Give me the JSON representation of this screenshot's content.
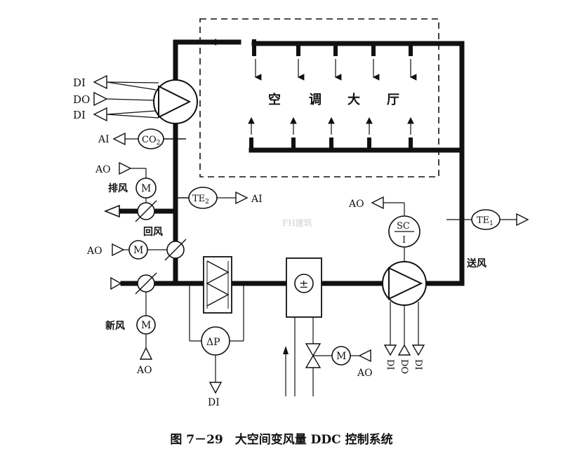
{
  "hall_title_chars": [
    "空",
    "调",
    "大",
    "厅"
  ],
  "exhaust_fan_signals": [
    "DI",
    "DO",
    "DI"
  ],
  "co2_sensor": {
    "signal": "AI",
    "label": "CO",
    "subscript": "2"
  },
  "exhaust_damper": {
    "signal": "AO",
    "actuator": "M",
    "name": "排风"
  },
  "return_temp": {
    "label": "TE",
    "subscript": "2",
    "signal": "AI"
  },
  "return_air_label": "回风",
  "return_damper": {
    "signal": "AO",
    "actuator": "M"
  },
  "fresh_air": {
    "name": "新风",
    "actuator": "M",
    "signal": "AO"
  },
  "filter_dp": {
    "label": "ΔP",
    "signal": "DI"
  },
  "coil": {
    "symbol": "±"
  },
  "valve": {
    "actuator": "M",
    "signal": "AO"
  },
  "supply_fan": {
    "signal": "AO",
    "vfd_top": "SC",
    "vfd_bottom": "I",
    "signals": [
      "DI",
      "DO",
      "DI"
    ]
  },
  "supply_air_label": "送风",
  "supply_temp": {
    "label": "TE",
    "subscript": "1"
  },
  "watermark": "FH建筑",
  "caption": "图 7－29　大空间变风量 DDC 控制系统"
}
